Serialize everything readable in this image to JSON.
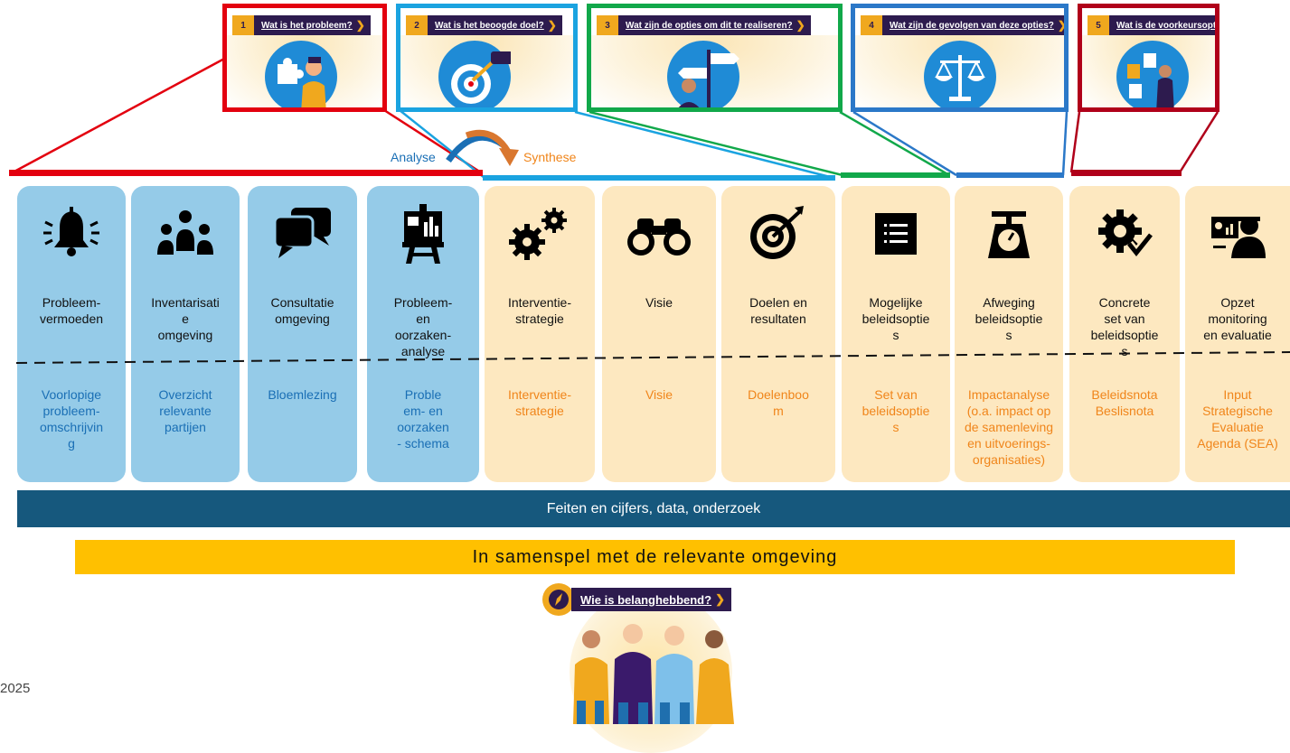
{
  "steps": [
    {
      "num": "1",
      "question": "Wat is het probleem?",
      "color": "#e3000f"
    },
    {
      "num": "2",
      "question": "Wat is het beoogde doel?",
      "color": "#1aa3e0"
    },
    {
      "num": "3",
      "question": "Wat zijn de opties om dit te realiseren?",
      "color": "#11a84a"
    },
    {
      "num": "4",
      "question": "Wat zijn de gevolgen van deze opties?",
      "color": "#2b78c8"
    },
    {
      "num": "5",
      "question": "Wat is de voorkeursoptie?",
      "color": "#b0001a"
    }
  ],
  "phases": {
    "analyse": "Analyse",
    "synthese": "Synthese"
  },
  "columns": [
    {
      "title": "Probleem-\nvermoeden",
      "output": "Voorlopige\nprobleem-\nomschrijvin\ng",
      "icon": "bell-icon",
      "color": "blue"
    },
    {
      "title": "Inventarisati\ne\nomgeving",
      "output": "Overzicht\nrelevante\npartijen",
      "icon": "group-icon",
      "color": "blue"
    },
    {
      "title": "Consultatie\nomgeving",
      "output": "Bloemlezing",
      "icon": "chat-bubbles-icon",
      "color": "blue"
    },
    {
      "title": "Probleem-\nen\noorzaken-\nanalyse",
      "output": "Proble\nem- en\noorzaken\n- schema",
      "icon": "presentation-board-icon",
      "color": "blue"
    },
    {
      "title": "Interventie-\nstrategie",
      "output": "Interventie-\nstrategie",
      "icon": "gears-icon",
      "color": "orange"
    },
    {
      "title": "Visie",
      "output": "Visie",
      "icon": "binoculars-icon",
      "color": "orange"
    },
    {
      "title": "Doelen en\nresultaten",
      "output": "Doelenboo\nm",
      "icon": "target-icon",
      "color": "orange"
    },
    {
      "title": "Mogelijke\nbeleidsoptie\ns",
      "output": "Set van\nbeleidsoptie\ns",
      "icon": "list-icon",
      "color": "orange"
    },
    {
      "title": "Afweging\nbeleidsoptie\ns",
      "output": "Impactanalyse\n(o.a. impact op\nde samenleving\nen uitvoerings-\norganisaties)",
      "icon": "scale-icon",
      "color": "orange"
    },
    {
      "title": "Concrete\nset van\nbeleidsoptie\ns",
      "output": "Beleidsnota\nBeslisnota",
      "icon": "gear-check-icon",
      "color": "orange"
    },
    {
      "title": "Opzet\nmonitoring\nen evaluatie",
      "output": "Input\nStrategische\nEvaluatie\nAgenda (SEA)",
      "icon": "monitoring-person-icon",
      "color": "orange"
    }
  ],
  "feiten": "Feiten en cijfers, data, onderzoek",
  "samenspel": "In samenspel met de relevante omgeving",
  "stakeholder_question": "Wie is belanghebbend?",
  "year": "2025"
}
